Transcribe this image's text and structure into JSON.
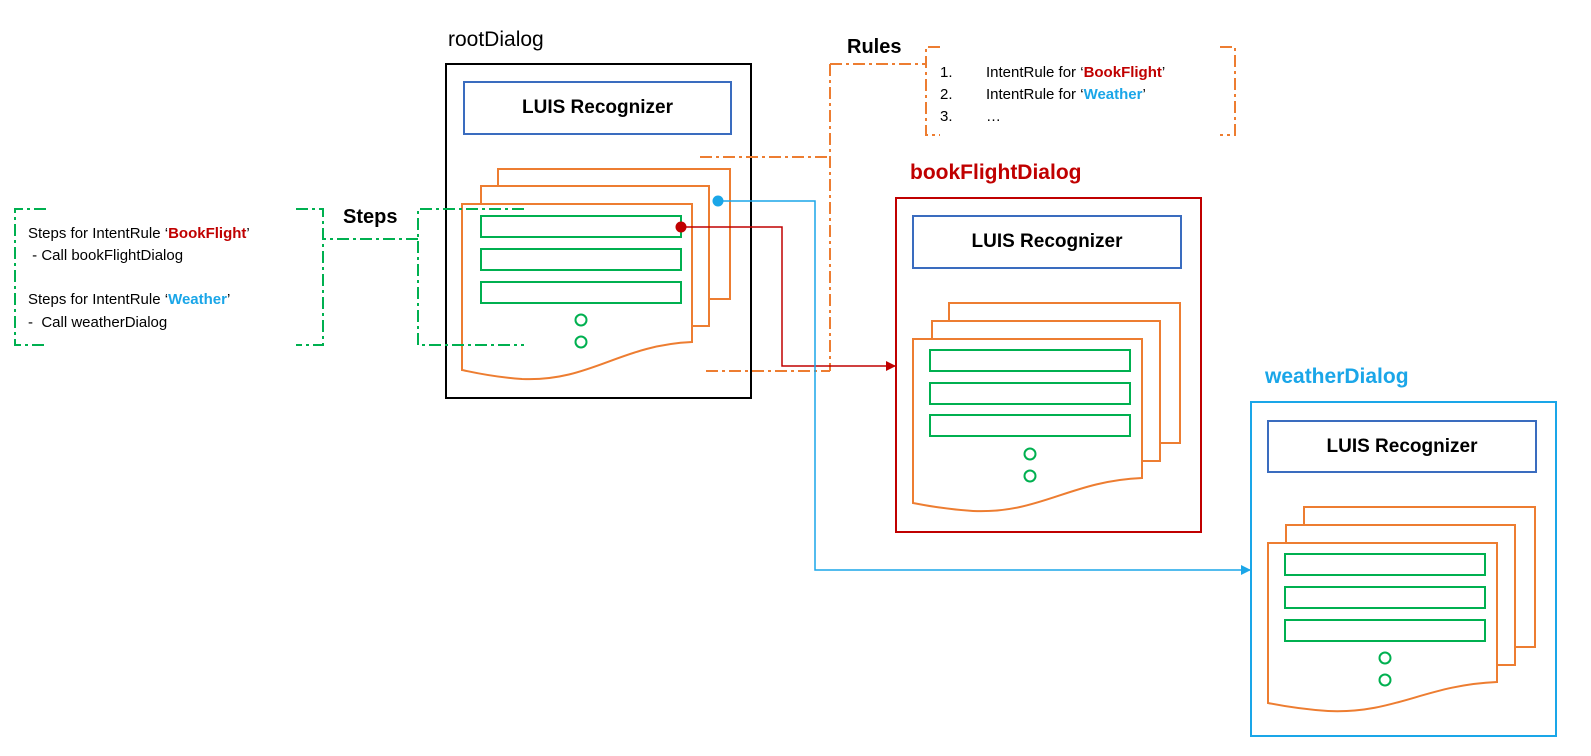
{
  "colors": {
    "orange": "#ed7d31",
    "green": "#00b050",
    "luis_border": "#3a6cbf",
    "red": "#c00000",
    "blue": "#1aa6e8",
    "black": "#000000"
  },
  "root": {
    "title": "rootDialog",
    "luis_label": "LUIS Recognizer"
  },
  "book": {
    "title": "bookFlightDialog",
    "luis_label": "LUIS Recognizer"
  },
  "weather": {
    "title": "weatherDialog",
    "luis_label": "LUIS Recognizer"
  },
  "rules": {
    "header": "Rules",
    "items": [
      {
        "num": "1.",
        "prefix": "IntentRule for ‘",
        "name": "BookFlight",
        "suffix": "’"
      },
      {
        "num": "2.",
        "prefix": "IntentRule for ‘",
        "name": "Weather",
        "suffix": "’"
      },
      {
        "num": "3.",
        "text": "…"
      }
    ]
  },
  "steps": {
    "header": "Steps",
    "lines": [
      {
        "prefix": "Steps for IntentRule ‘",
        "name": "BookFlight",
        "suffix": "’"
      },
      {
        "text": " - Call bookFlightDialog"
      },
      {
        "prefix": "Steps for IntentRule ‘",
        "name": "Weather",
        "suffix": "’"
      },
      {
        "text": "-  Call weatherDialog"
      }
    ]
  }
}
